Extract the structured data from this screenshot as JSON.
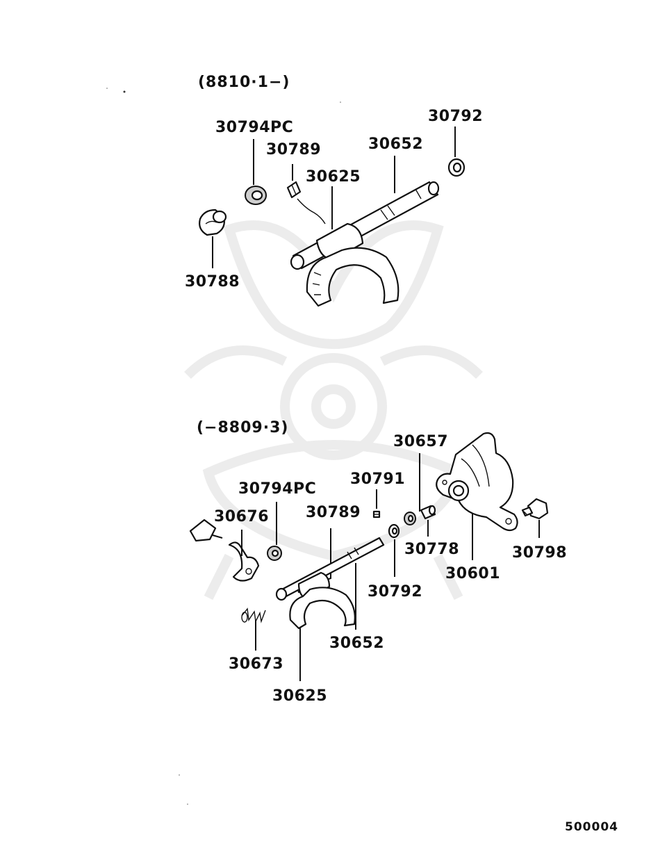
{
  "sections": [
    {
      "header": "(8810·1−)",
      "labels": [
        "30794PC",
        "30789",
        "30625",
        "30652",
        "30792",
        "30788"
      ]
    },
    {
      "header": "(−8809·3)",
      "labels": [
        "30657",
        "30791",
        "30794PC",
        "30789",
        "30676",
        "30778",
        "30798",
        "30601",
        "30792",
        "30652",
        "30673",
        "30625"
      ]
    }
  ],
  "diagram_code": "500004"
}
